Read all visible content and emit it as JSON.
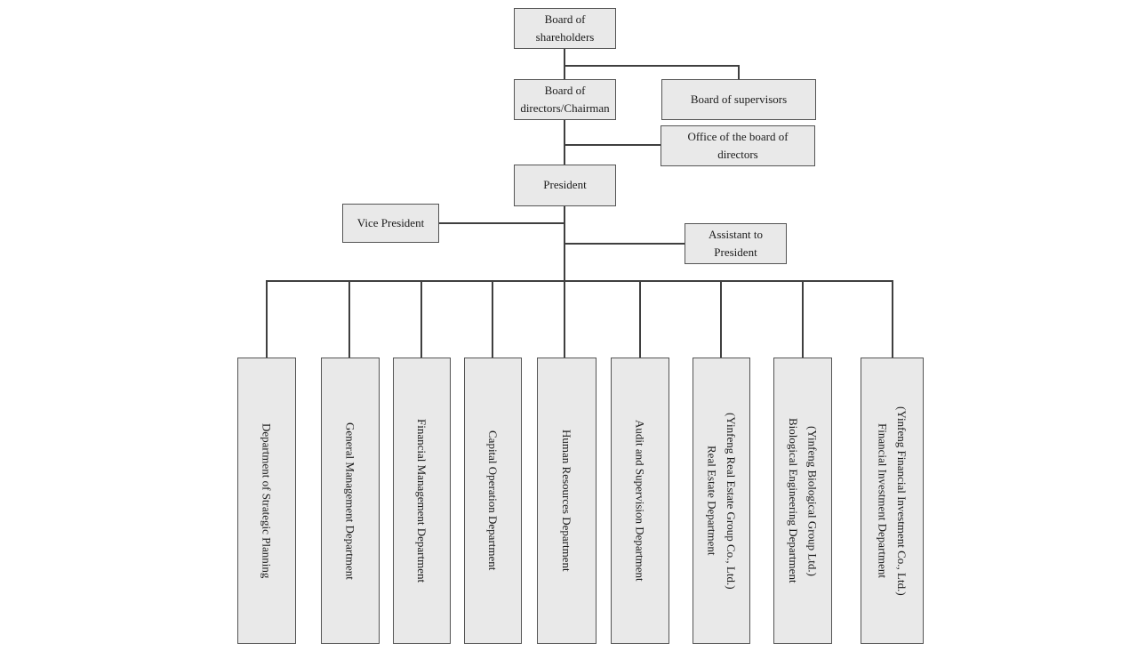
{
  "styles": {
    "page_bg": "#ffffff",
    "box_fill": "#e9e9e9",
    "box_border": "#545454",
    "line_color": "#3f3f3f",
    "text_color": "#1c1c1c"
  },
  "org_chart": {
    "nodes": {
      "board_of_shareholders": {
        "label": "Board of shareholders",
        "lines": [
          "Board of",
          "shareholders"
        ]
      },
      "board_of_directors": {
        "label": "Board of directors/Chairman",
        "lines": [
          "Board of",
          "directors/Chairman"
        ]
      },
      "board_of_supervisors": {
        "label": "Board of supervisors",
        "lines": [
          "Board of supervisors"
        ]
      },
      "office_of_the_board": {
        "label": "Office of the board of directors",
        "lines": [
          "Office of the board of",
          "directors"
        ]
      },
      "president": {
        "label": "President",
        "lines": [
          "President"
        ]
      },
      "vice_president": {
        "label": "Vice President",
        "lines": [
          "Vice President"
        ]
      },
      "assistant_to_president": {
        "label": "Assistant to President",
        "lines": [
          "Assistant to",
          "President"
        ]
      }
    },
    "departments": [
      {
        "label": "Department of Strategic Planning",
        "lines": [
          "Department of Strategic Planning"
        ]
      },
      {
        "label": "General Management Department",
        "lines": [
          "General Management Department"
        ]
      },
      {
        "label": "Financial Management Department",
        "lines": [
          "Financial Management Department"
        ]
      },
      {
        "label": "Capital Operation Department",
        "lines": [
          "Capital Operation Department"
        ]
      },
      {
        "label": "Human Resources Department",
        "lines": [
          "Human Resources Department"
        ]
      },
      {
        "label": "Audit and Supervision Department",
        "lines": [
          "Audit and Supervision Department"
        ]
      },
      {
        "label": "Real Estate Department (Yinfeng Real Estate Group Co., Ltd.)",
        "lines": [
          "(Yinfeng Real Estate Group Co., Ltd.)",
          "Real Estate Department"
        ]
      },
      {
        "label": "Biological Engineering Department (Yinfeng Biological Group Ltd.)",
        "lines": [
          "(Yinfeng Biological Group Ltd.)",
          "Biological Engineering Department"
        ]
      },
      {
        "label": "Financial Investment Department (Yinfeng Financial Investment Co., Ltd.)",
        "lines": [
          "(Yinfeng Financial Investment Co., Ltd.)",
          "Financial Investment Department"
        ]
      }
    ]
  }
}
